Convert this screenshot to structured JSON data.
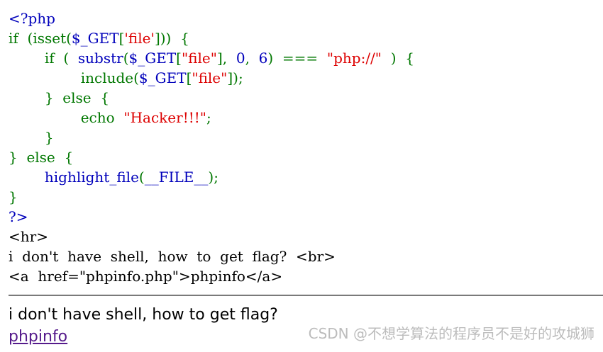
{
  "colors": {
    "html": "#0000bb",
    "keyword": "#007700",
    "string": "#dd0000",
    "default": "#0000bb",
    "plain": "#000000",
    "link": "#551a8b"
  },
  "code_lines": [
    [
      {
        "t": "<?php",
        "c": "html"
      }
    ],
    [
      {
        "t": "if  ",
        "c": "keyword"
      },
      {
        "t": "(isset(",
        "c": "keyword"
      },
      {
        "t": "$_GET",
        "c": "default"
      },
      {
        "t": "[",
        "c": "keyword"
      },
      {
        "t": "'file'",
        "c": "string"
      },
      {
        "t": "]))  {",
        "c": "keyword"
      }
    ],
    [
      {
        "t": "        if  (  ",
        "c": "keyword"
      },
      {
        "t": "substr",
        "c": "default"
      },
      {
        "t": "(",
        "c": "keyword"
      },
      {
        "t": "$_GET",
        "c": "default"
      },
      {
        "t": "[",
        "c": "keyword"
      },
      {
        "t": "\"file\"",
        "c": "string"
      },
      {
        "t": "],  ",
        "c": "keyword"
      },
      {
        "t": "0",
        "c": "default"
      },
      {
        "t": ",  ",
        "c": "keyword"
      },
      {
        "t": "6",
        "c": "default"
      },
      {
        "t": ")  ===  ",
        "c": "keyword"
      },
      {
        "t": "\"php://\"",
        "c": "string"
      },
      {
        "t": "  )  {",
        "c": "keyword"
      }
    ],
    [
      {
        "t": "                include(",
        "c": "keyword"
      },
      {
        "t": "$_GET",
        "c": "default"
      },
      {
        "t": "[",
        "c": "keyword"
      },
      {
        "t": "\"file\"",
        "c": "string"
      },
      {
        "t": "]);",
        "c": "keyword"
      }
    ],
    [
      {
        "t": "        }  else  {",
        "c": "keyword"
      }
    ],
    [
      {
        "t": "                echo  ",
        "c": "keyword"
      },
      {
        "t": "\"Hacker!!!\"",
        "c": "string"
      },
      {
        "t": ";",
        "c": "keyword"
      }
    ],
    [
      {
        "t": "        }",
        "c": "keyword"
      }
    ],
    [
      {
        "t": "}  else  {",
        "c": "keyword"
      }
    ],
    [
      {
        "t": "        ",
        "c": "keyword"
      },
      {
        "t": "highlight_file",
        "c": "default"
      },
      {
        "t": "(",
        "c": "keyword"
      },
      {
        "t": "__FILE__",
        "c": "default"
      },
      {
        "t": ");",
        "c": "keyword"
      }
    ],
    [
      {
        "t": "}",
        "c": "keyword"
      }
    ],
    [
      {
        "t": "?>",
        "c": "html"
      }
    ],
    [
      {
        "t": "<hr>",
        "c": "plain"
      }
    ],
    [
      {
        "t": "i  don't  have  shell,  how  to  get  flag?  <br>",
        "c": "plain"
      }
    ],
    [
      {
        "t": "<a  href=\"phpinfo.php\">phpinfo</a>",
        "c": "plain"
      }
    ]
  ],
  "page": {
    "message": "i don't have shell, how to get flag?",
    "link_text": "phpinfo"
  },
  "watermark": "CSDN @不想学算法的程序员不是好的攻城狮"
}
